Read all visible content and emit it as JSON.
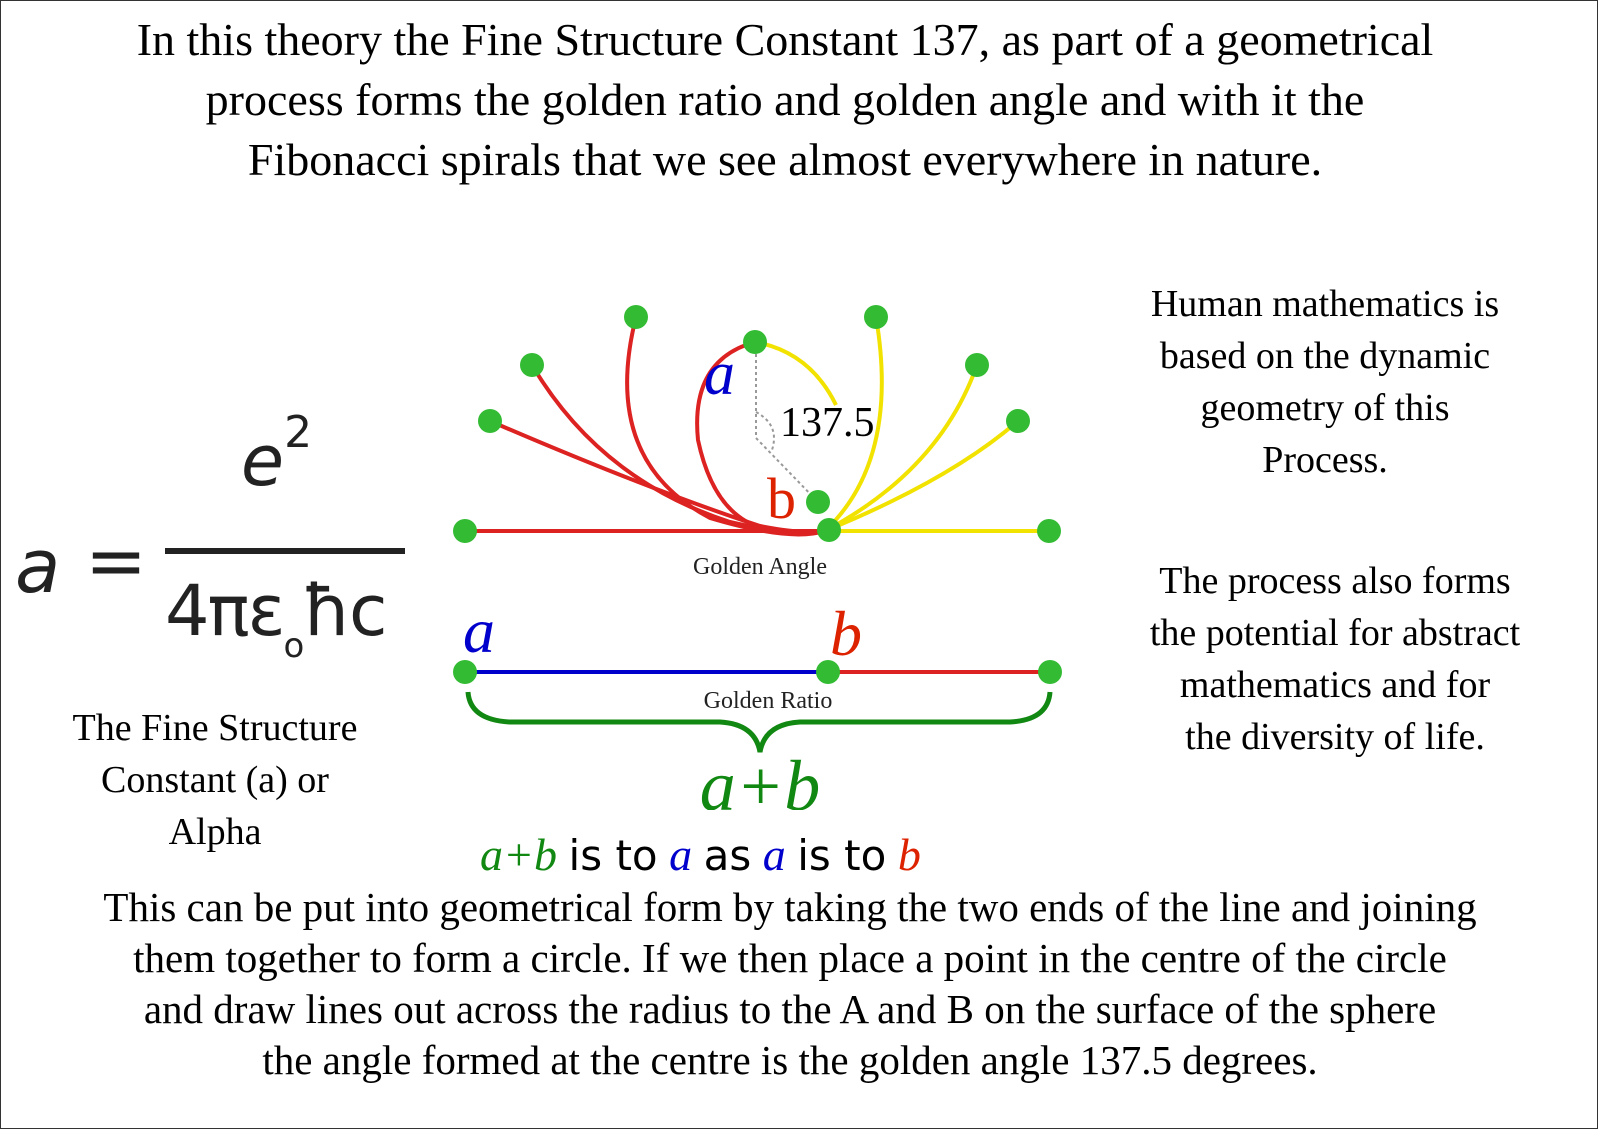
{
  "title_lines": [
    "In this theory the Fine Structure Constant 137, as part of a geometrical",
    "process forms the golden ratio and golden angle and with it the",
    "Fibonacci spirals that we see almost everywhere in nature."
  ],
  "right_text_top": [
    "Human mathematics is",
    "based on the dynamic",
    "geometry of this",
    "Process."
  ],
  "right_text_bottom": [
    "The process also forms",
    "the potential for abstract",
    "mathematics and for",
    "the diversity of life."
  ],
  "formula": {
    "lhs": "a",
    "equals": "=",
    "numerator": "e",
    "numerator_exp": "2",
    "denominator": "4πε",
    "denominator_sub": "o",
    "denominator_tail": "ħc"
  },
  "formula_caption": [
    "The Fine Structure",
    "Constant (a) or",
    "Alpha"
  ],
  "diagram": {
    "angle_value": "137.5",
    "angle_label_a": "a",
    "angle_label_b": "b",
    "golden_angle_caption": "Golden Angle",
    "ratio_label_a": "a",
    "ratio_label_b": "b",
    "golden_ratio_caption": "Golden Ratio",
    "sum_label": "a+b",
    "colors": {
      "a": "#0000cc",
      "b": "#dd2200",
      "red_arc": "#dd2222",
      "yellow_arc": "#f2e200",
      "point": "#33bb33",
      "sum": "#118811"
    }
  },
  "ratio_statement": {
    "part1": "a+b",
    "part2": "is to",
    "part3": "a",
    "part4": "as",
    "part5": "a",
    "part6": "is to",
    "part7": "b"
  },
  "bottom_lines": [
    "This can be put into geometrical form by taking the two ends of the line and joining",
    "them together to form a circle. If we then place a point in the centre of the circle",
    "and draw lines out across the radius to the A and B on the surface of the sphere",
    "the angle formed at the centre is the golden angle 137.5 degrees."
  ]
}
